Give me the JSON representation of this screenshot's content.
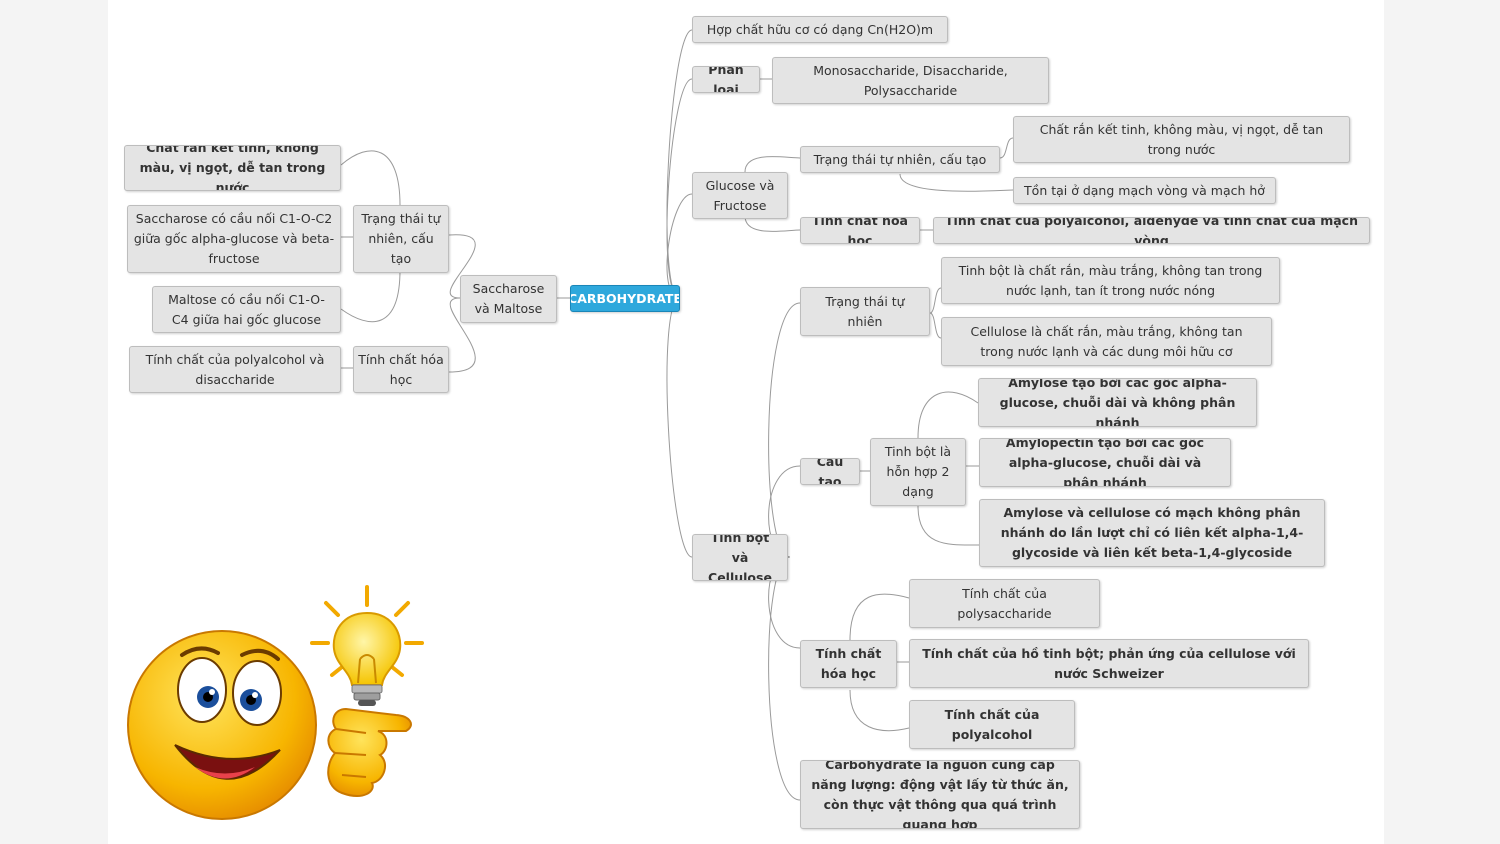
{
  "root": "CARBOHYDRATE",
  "colors": {
    "root_fill": "#2ea8dc",
    "node_fill": "#e4e4e4",
    "connector": "#9a9a9a"
  },
  "right": {
    "definition": "Hợp chất hữu cơ có dạng Cn(H2O)m",
    "classification": {
      "label": "Phân loại",
      "value": "Monosaccharide, Disaccharide, Polysaccharide"
    },
    "glucose_fructose": {
      "label": "Glucose và Fructose",
      "natural_state": {
        "label": "Trạng thái tự nhiên, cấu tạo",
        "items": [
          "Chất rắn kết tinh, không màu, vị ngọt, dễ tan trong nước",
          "Tồn tại ở dạng mạch vòng và mạch hở"
        ]
      },
      "chemical": {
        "label": "Tính chất hóa học",
        "value": "Tính chất của polyalcohol, aldehyde và tính chất của mạch vòng"
      }
    },
    "starch_cellulose": {
      "label": "Tinh bột và Cellulose",
      "natural_state": {
        "label": "Trạng thái tự nhiên",
        "items": [
          "Tinh bột là chất rắn, màu trắng, không tan trong nước lạnh, tan ít trong nước nóng",
          "Cellulose là chất rắn, màu trắng, không tan trong nước lạnh và các dung môi hữu cơ"
        ]
      },
      "structure": {
        "label": "Cấu tạo",
        "sub_label": "Tinh bột là hỗn hợp 2 dạng",
        "sub_items": [
          "Amylose tạo bởi các gốc alpha-glucose, chuỗi dài và không phân nhánh",
          "Amylopectin tạo bởi các gốc alpha-glucose, chuỗi dài và phân nhánh"
        ],
        "note": "Amylose và cellulose có mạch không phân nhánh do lần lượt chỉ có liên kết alpha-1,4-glycoside và liên kết beta-1,4-glycoside"
      },
      "chemical": {
        "label": "Tính chất hóa học",
        "items": [
          "Tính chất của polysaccharide",
          "Tính chất của hồ tinh bột; phản ứng của cellulose với nước Schweizer",
          "Tính chất của polyalcohol"
        ]
      },
      "energy": "Carbohydrate là nguồn cung cấp năng lượng: động vật lấy từ thức ăn, còn thực vật thông qua quá trình quang hợp"
    }
  },
  "left": {
    "saccharose_maltose": {
      "label": "Saccharose và Maltose",
      "natural_state": {
        "label": "Trạng thái tự nhiên, cấu tạo",
        "items": [
          "Chất rắn kết tinh, không màu, vị ngọt, dễ tan trong nước",
          "Saccharose có cầu nối C1-O-C2 giữa gốc alpha-glucose và beta-fructose",
          "Maltose có cầu nối C1-O-C4 giữa hai gốc glucose"
        ]
      },
      "chemical": {
        "label": "Tính chất hóa học",
        "value": "Tính chất của polyalcohol và disaccharide"
      }
    }
  }
}
